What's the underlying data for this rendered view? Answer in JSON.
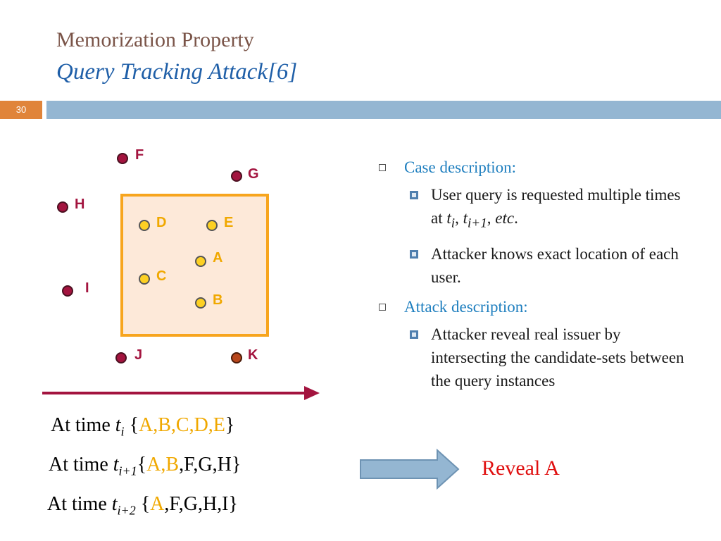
{
  "title": {
    "line1": "Memorization Property",
    "line2": "Query Tracking Attack[6]"
  },
  "slide_number": "30",
  "diagram": {
    "outside": [
      "F",
      "G",
      "H",
      "I",
      "J",
      "K"
    ],
    "inside": [
      "D",
      "E",
      "A",
      "C",
      "B"
    ],
    "colors": {
      "outside_dot": "#a3143f",
      "inside_dot": "#fdd023",
      "k_dot": "#b8461c",
      "box_border": "#f7a51e",
      "box_fill": "#fde9d9"
    }
  },
  "times": [
    {
      "prefix": "At time ",
      "var": "t",
      "sub": "i",
      "highlight": "A,B,C,D,E",
      "rest": ""
    },
    {
      "prefix": "At time ",
      "var": "t",
      "sub": "i+1",
      "highlight": "A,B",
      "rest": ",F,G,H"
    },
    {
      "prefix": "At time ",
      "var": "t",
      "sub": "i+2",
      "highlight": "A",
      "rest": ",F,G,H,I"
    }
  ],
  "result": "Reveal A",
  "bullets": {
    "case_heading": "Case description:",
    "case_item1": {
      "text": "User query is requested multiple times at ",
      "t1": "t",
      "s1": "i",
      "sep": ", ",
      "t2": "t",
      "s2": "i+1",
      "sep2": ", ",
      "etc": "etc",
      "end": "."
    },
    "case_item2": "Attacker knows exact location of  each user.",
    "attack_heading": "Attack description:",
    "attack_item1": "Attacker reveal real issuer by intersecting the candidate-sets between the query instances"
  }
}
